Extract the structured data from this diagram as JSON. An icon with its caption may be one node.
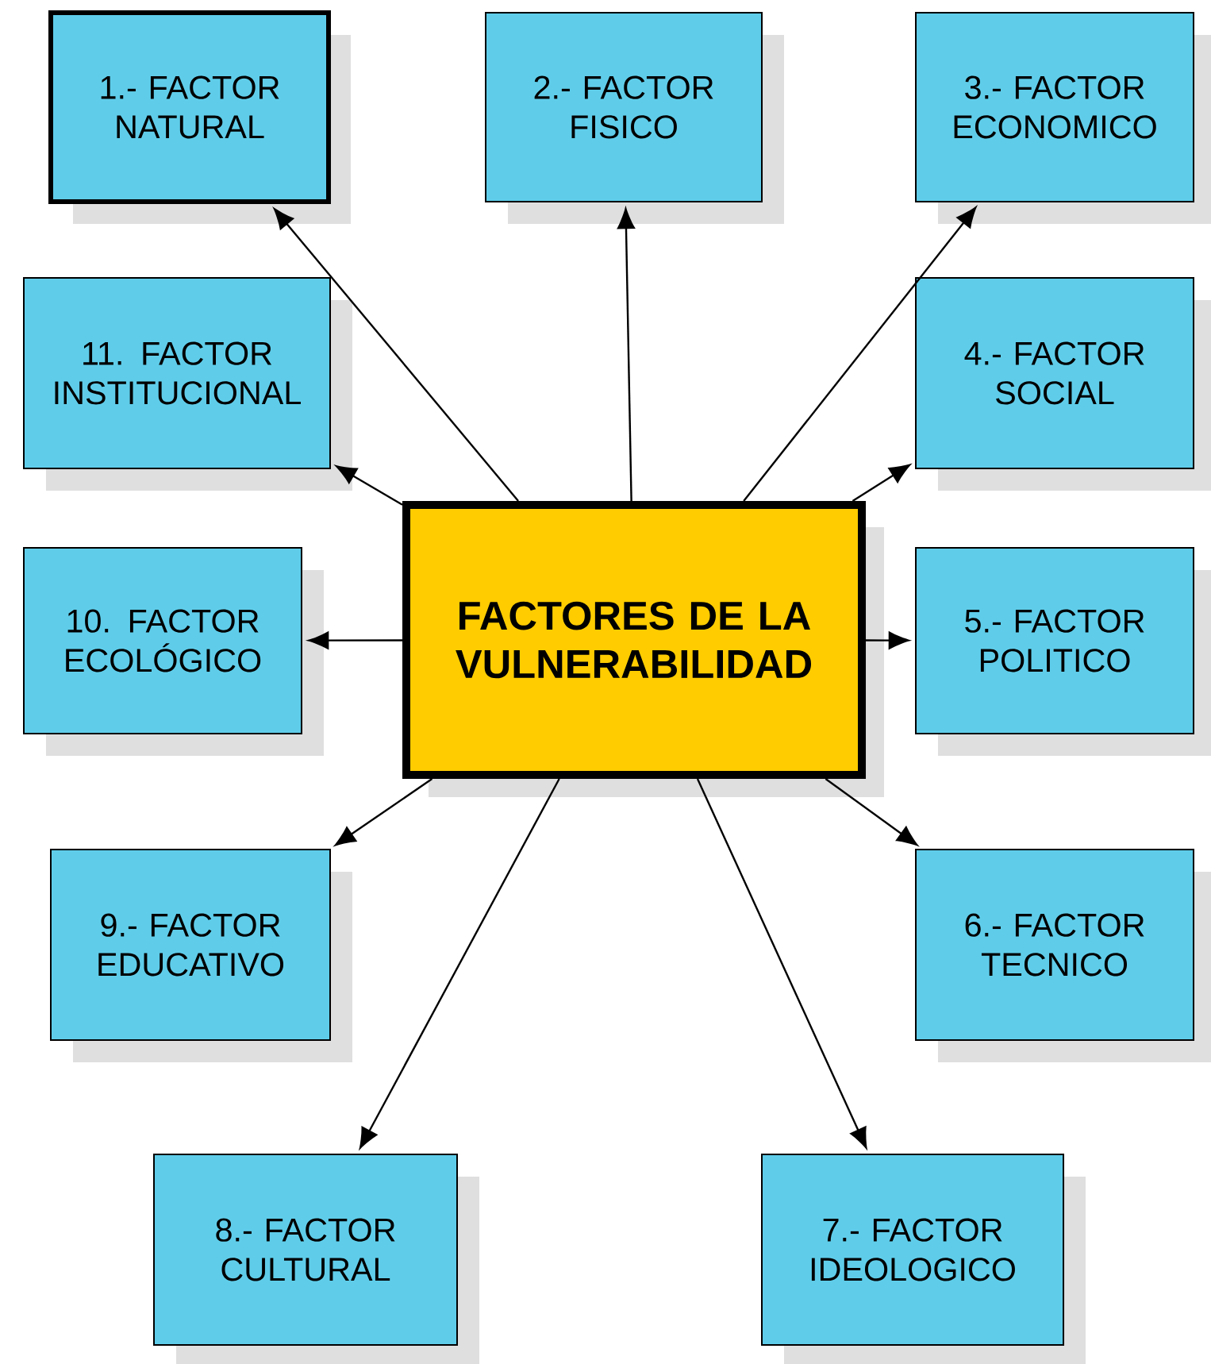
{
  "diagram": {
    "nodes": [
      {
        "text": [
          "FACTORES DE LA VULNERABILIDAD"
        ]
      },
      {
        "text": [
          "1.- FACTOR NATURAL"
        ]
      },
      {
        "text": [
          "2.- FACTOR FISICO"
        ]
      },
      {
        "text": [
          "3.- FACTOR ECONOMICO"
        ]
      },
      {
        "text": [
          "4.- FACTOR SOCIAL"
        ]
      },
      {
        "text": [
          "5.- FACTOR POLITICO"
        ]
      },
      {
        "text": [
          "6.- FACTOR TECNICO"
        ]
      },
      {
        "text": [
          "7.- FACTOR IDEOLOGICO"
        ]
      },
      {
        "text": [
          "8.- FACTOR CULTURAL"
        ]
      },
      {
        "text": [
          "9.- FACTOR EDUCATIVO"
        ]
      },
      {
        "text": [
          "10. FACTOR ECOLÓGICO"
        ]
      },
      {
        "text": [
          "11. FACTOR INSTITUCIONAL"
        ]
      }
    ],
    "edges": [
      {
        "from": 0,
        "to": 1,
        "arrow": "to"
      },
      {
        "from": 0,
        "to": 2,
        "arrow": "to"
      },
      {
        "from": 0,
        "to": 3,
        "arrow": "to"
      },
      {
        "from": 0,
        "to": 4,
        "arrow": "to"
      },
      {
        "from": 0,
        "to": 5,
        "arrow": "to"
      },
      {
        "from": 0,
        "to": 6,
        "arrow": "to"
      },
      {
        "from": 0,
        "to": 7,
        "arrow": "to"
      },
      {
        "from": 0,
        "to": 8,
        "arrow": "to"
      },
      {
        "from": 0,
        "to": 9,
        "arrow": "to"
      },
      {
        "from": 0,
        "to": 10,
        "arrow": "to"
      },
      {
        "from": 0,
        "to": 11,
        "arrow": "to"
      }
    ]
  }
}
